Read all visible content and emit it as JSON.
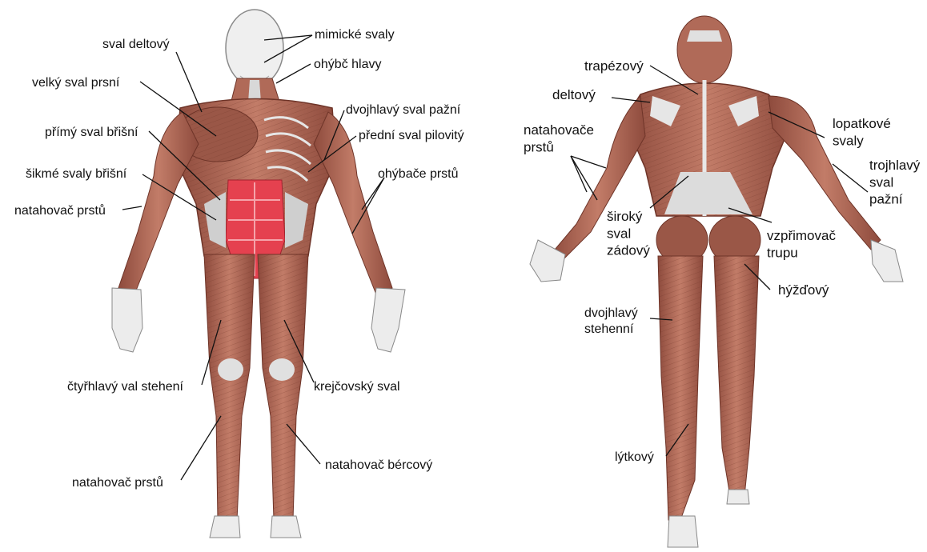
{
  "front": {
    "labels": {
      "mimicke_svaly": "mimické svaly",
      "ohybac_hlavy": "ohýbč hlavy",
      "sval_deltovy": "sval deltový",
      "velky_sval_prsni": "velký sval prsní",
      "dvojhlavy_sval_pazni": "dvojhlavý sval pažní",
      "primy_sval_brisni": "přímý sval břišní",
      "predni_sval_pilovity": "přední sval pilovitý",
      "sikme_svaly_brisni": "šikmé svaly břišní",
      "ohybace_prstu": "ohýbače prstů",
      "natahovac_prstu_paze": "natahovač prstů",
      "ctyrhlavy_sval_stehenni": "čtyřhlavý val stehení",
      "krejcovsky_sval": "krejčovský sval",
      "natahovac_prstu_noha": "natahovač prstů",
      "natahovac_bercovy": "natahovač bércový"
    }
  },
  "back": {
    "labels": {
      "trapezovy": "trapézový",
      "deltovy": "deltový",
      "natahovace_prstu": "natahovače\nprstů",
      "lopatkove_svaly": "lopatkové\nsvaly",
      "trojhlavy_sval_pazni": "trojhlavý\nsval\npažní",
      "siroky_sval_zadovy": "široký\nsval\nzádový",
      "vzprimovac_trupu": "vzpřimovač\ntrupu",
      "hyzdovy": "hýžďový",
      "dvojhlavy_stehenni": "dvojhlavý\nstehenní",
      "lytkovy": "lýtkový"
    }
  },
  "colors": {
    "muscle": "#b06a58",
    "muscle_dark": "#7d3f33",
    "bone": "#e3e3e3",
    "highlight": "#e5414f",
    "line": "#111111"
  }
}
